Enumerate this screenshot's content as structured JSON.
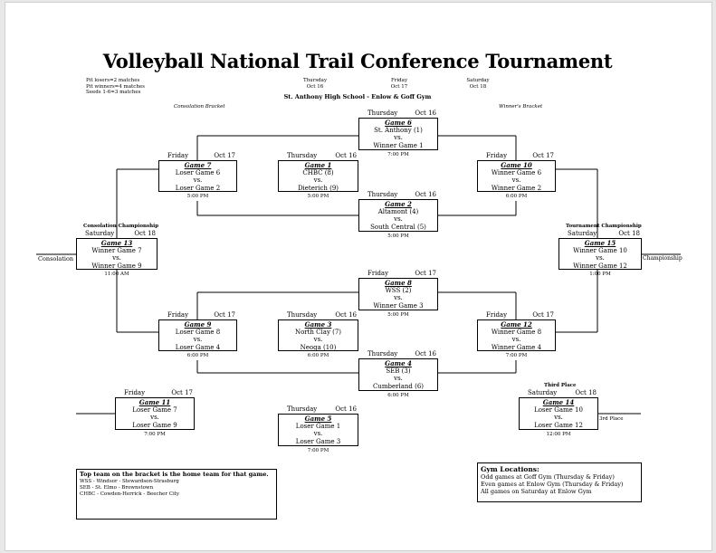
{
  "title": "Volleyball National Trail Conference Tournament",
  "notes": [
    "Pit losers=2 matches",
    "Pit winners=4 matches",
    "Seeds 1-6=3 matches"
  ],
  "days": [
    {
      "day": "Thursday",
      "date": "Oct 16"
    },
    {
      "day": "Friday",
      "date": "Oct 17"
    },
    {
      "day": "Saturday",
      "date": "Oct 18"
    }
  ],
  "venue": "St. Anthony High School - Enlow & Goff Gym",
  "consolation_bracket_label": "Consolation Bracket",
  "winners_bracket_label": "Winner's Bracket",
  "games": {
    "g6": {
      "day": "Thursday",
      "date": "Oct 16",
      "name": "Game 6",
      "top": "St. Anthony (1)",
      "vs": "vs.",
      "bottom": "Winner Game 1",
      "time": "7:00 PM"
    },
    "g7": {
      "day": "Friday",
      "date": "Oct 17",
      "name": "Game 7",
      "top": "Loser Game 6",
      "vs": "vs.",
      "bottom": "Loser Game 2",
      "time": "5:00 PM"
    },
    "g1": {
      "day": "Thursday",
      "date": "Oct 16",
      "name": "Game 1",
      "top": "CHBC (8)",
      "vs": "vs.",
      "bottom": "Dieterich (9)",
      "time": "5:00 PM"
    },
    "g10": {
      "day": "Friday",
      "date": "Oct 17",
      "name": "Game 10",
      "top": "Winner Game 6",
      "vs": "vs.",
      "bottom": "Winner Game 2",
      "time": "6:00 PM"
    },
    "g2": {
      "day": "Thursday",
      "date": "Oct 16",
      "name": "Game 2",
      "top": "Altamont (4)",
      "vs": "vs.",
      "bottom": "South Central (5)",
      "time": "5:00 PM"
    },
    "g13": {
      "pre": "Consolation Championship",
      "day": "Saturday",
      "date": "Oct 18",
      "name": "Game 13",
      "top": "Winner Game 7",
      "vs": "vs.",
      "bottom": "Winner Game 9",
      "time": "11:00 AM"
    },
    "g15": {
      "pre": "Tournament Championship",
      "day": "Saturday",
      "date": "Oct 18",
      "name": "Game 15",
      "top": "Winner Game 10",
      "vs": "vs.",
      "bottom": "Winner Game 12",
      "time": "1:00 PM"
    },
    "g8": {
      "day": "Friday",
      "date": "Oct 17",
      "name": "Game 8",
      "top": "WSS (2)",
      "vs": "vs.",
      "bottom": "Winner Game 3",
      "time": "5:00 PM"
    },
    "g9": {
      "day": "Friday",
      "date": "Oct 17",
      "name": "Game 9",
      "top": "Loser Game 8",
      "vs": "vs.",
      "bottom": "Loser Game 4",
      "time": "6:00 PM"
    },
    "g3": {
      "day": "Thursday",
      "date": "Oct 16",
      "name": "Game 3",
      "top": "North Clay (7)",
      "vs": "vs.",
      "bottom": "Neoga (10)",
      "time": "6:00 PM"
    },
    "g12": {
      "day": "Friday",
      "date": "Oct 17",
      "name": "Game 12",
      "top": "Winner Game 8",
      "vs": "vs.",
      "bottom": "Winner Game 4",
      "time": "7:00 PM"
    },
    "g4": {
      "day": "Thursday",
      "date": "Oct 16",
      "name": "Game 4",
      "top": "SEB (3)",
      "vs": "vs.",
      "bottom": "Cumberland (6)",
      "time": "6:00 PM"
    },
    "g11": {
      "day": "Friday",
      "date": "Oct 17",
      "name": "Game 11",
      "top": "Loser Game 7",
      "vs": "vs.",
      "bottom": "Loser Game 9",
      "time": "7:00 PM"
    },
    "g5": {
      "day": "Thursday",
      "date": "Oct 16",
      "name": "Game 5",
      "top": "Loser Game 1",
      "vs": "vs.",
      "bottom": "Loser Game 3",
      "time": "7:00 PM"
    },
    "g14": {
      "pre": "Third Place",
      "day": "Saturday",
      "date": "Oct 18",
      "name": "Game 14",
      "top": "Loser Game 10",
      "vs": "vs.",
      "bottom": "Loser Game 12",
      "time": "12:00 PM"
    }
  },
  "side_labels": {
    "consolation": "Consolation",
    "championship": "Championship",
    "third_place": "3rd Place"
  },
  "legend_left": {
    "heading": "Top team on the bracket is the home team for that game.",
    "lines": [
      "WSS - Windsor - Stewardson-Strasburg",
      "SEB - St. Elmo - Brownstown",
      "CHBC - Cowden-Herrick - Beecher City"
    ]
  },
  "legend_right": {
    "heading": "Gym Locations:",
    "lines": [
      "Odd games at Goff Gym (Thursday & Friday)",
      "Even games at Enlow Gym (Thursday & Friday)",
      "All games on Saturday at Enlow Gym"
    ]
  }
}
